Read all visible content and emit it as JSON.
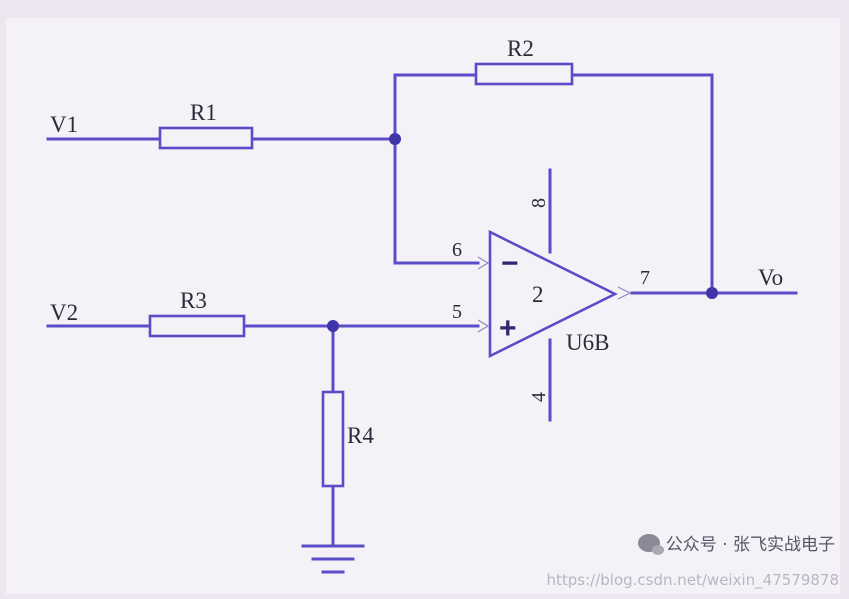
{
  "labels": {
    "input_v1": "V1",
    "input_v2": "V2",
    "output": "Vo",
    "r1": "R1",
    "r2": "R2",
    "r3": "R3",
    "r4": "R4",
    "opamp_ref": "U6B",
    "opamp_unit": "2",
    "pin_inverting": "6",
    "pin_noninverting": "5",
    "pin_output": "7",
    "pin_vplus": "8",
    "pin_vminus": "4",
    "minus_sign": "−",
    "plus_sign": "+"
  },
  "watermark": {
    "text": "公众号 · 张飞实战电子",
    "icon": "wechat-icon"
  },
  "url_overlay": "https://blog.csdn.net/weixin_47579878",
  "colors": {
    "wire": "#5b4cc8",
    "background": "#f4f2f7",
    "frame": "#ece6f0"
  }
}
